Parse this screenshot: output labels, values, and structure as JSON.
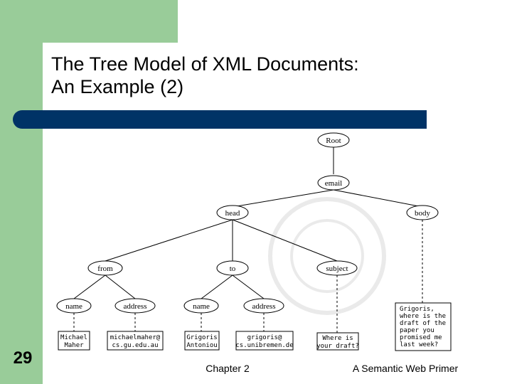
{
  "slide": {
    "title_line1": "The Tree Model of XML Documents:",
    "title_line2": "An Example (2)",
    "number": "29",
    "footer_center": "Chapter 2",
    "footer_right": "A Semantic Web Primer",
    "colors": {
      "accent_green": "#99cc99",
      "title_bar": "#003366"
    }
  },
  "tree": {
    "nodes": {
      "root": "Root",
      "email": "email",
      "head": "head",
      "body": "body",
      "from": "from",
      "to": "to",
      "subject": "subject",
      "name1": "name",
      "address1": "address",
      "name2": "name",
      "address2": "address"
    },
    "leaves": {
      "michael": [
        "Michael",
        "Maher"
      ],
      "michael_email": [
        "michaelmaher@",
        "cs.gu.edu.au"
      ],
      "grigoris": [
        "Grigoris",
        "Antoniou"
      ],
      "grigoris_email": [
        "grigoris@",
        "cs.unibremen.de"
      ],
      "subject_text": [
        "Where is",
        "your draft?"
      ],
      "body_text": [
        "Grigoris,",
        "where is the",
        "draft of the",
        "paper you",
        "promised me",
        "last week?"
      ]
    }
  }
}
